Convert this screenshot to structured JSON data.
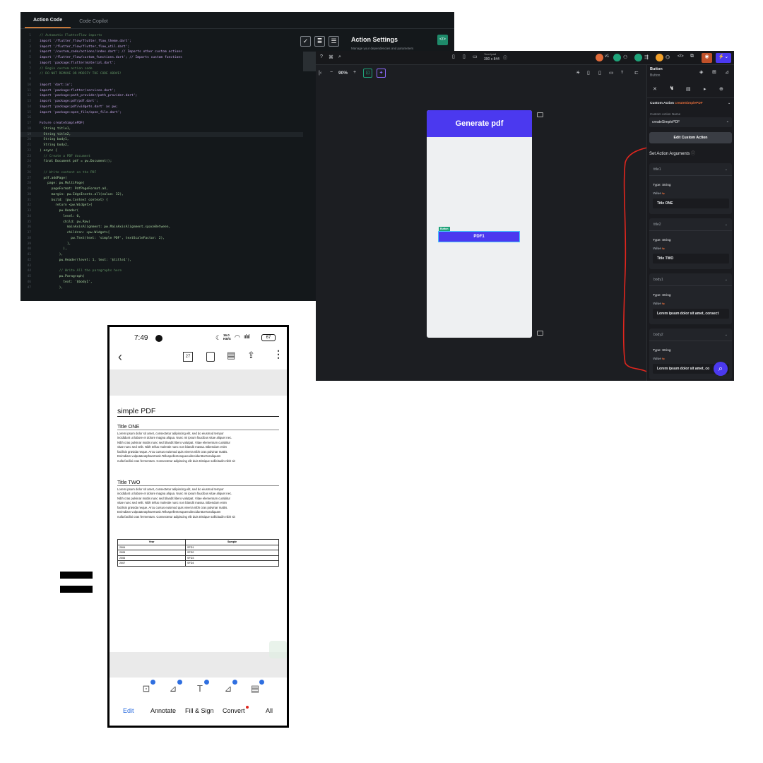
{
  "code_editor": {
    "tabs": [
      "Action Code",
      "Code Copilot"
    ],
    "active_tab": "Action Code",
    "lines": [
      {
        "n": "1",
        "t": "// Automatic FlutterFlow imports",
        "k": "comment"
      },
      {
        "n": "2",
        "t": "import '/flutter_flow/flutter_flow_theme.dart';",
        "k": "imp"
      },
      {
        "n": "3",
        "t": "import '/flutter_flow/flutter_flow_util.dart';",
        "k": "imp"
      },
      {
        "n": "4",
        "t": "import '/custom_code/actions/index.dart'; // Imports other custom actions",
        "k": "imp"
      },
      {
        "n": "5",
        "t": "import '/flutter_flow/custom_functions.dart'; // Imports custom functions",
        "k": "imp"
      },
      {
        "n": "6",
        "t": "import 'package:flutter/material.dart';",
        "k": "imp"
      },
      {
        "n": "7",
        "t": "// Begin custom action code",
        "k": "comment"
      },
      {
        "n": "8",
        "t": "// DO NOT REMOVE OR MODIFY THE CODE ABOVE!",
        "k": "comment"
      },
      {
        "n": "9",
        "t": "",
        "k": ""
      },
      {
        "n": "10",
        "t": "import 'dart:io';",
        "k": "imp"
      },
      {
        "n": "11",
        "t": "import 'package:flutter/services.dart';",
        "k": "imp"
      },
      {
        "n": "12",
        "t": "import 'package:path_provider/path_provider.dart';",
        "k": "imp"
      },
      {
        "n": "13",
        "t": "import 'package:pdf/pdf.dart';",
        "k": "imp"
      },
      {
        "n": "14",
        "t": "import 'package:pdf/widgets.dart' as pw;",
        "k": "imp"
      },
      {
        "n": "15",
        "t": "import 'package:open_file/open_file.dart';",
        "k": "imp"
      },
      {
        "n": "16",
        "t": "",
        "k": ""
      },
      {
        "n": "17",
        "t": "Future createSimplePDF(",
        "k": "imp"
      },
      {
        "n": "18",
        "t": "  String title1,",
        "k": ""
      },
      {
        "n": "19",
        "t": "  String title2,",
        "k": "hl"
      },
      {
        "n": "20",
        "t": "  String body1,",
        "k": ""
      },
      {
        "n": "21",
        "t": "  String body2,",
        "k": ""
      },
      {
        "n": "22",
        "t": ") async {",
        "k": ""
      },
      {
        "n": "23",
        "t": "  // Create a PDF document",
        "k": "comment"
      },
      {
        "n": "24",
        "t": "  final Document pdf = pw.Document();",
        "k": ""
      },
      {
        "n": "25",
        "t": "",
        "k": ""
      },
      {
        "n": "26",
        "t": "  // Write content on the PDF",
        "k": "comment"
      },
      {
        "n": "27",
        "t": "  pdf.addPage(",
        "k": ""
      },
      {
        "n": "28",
        "t": "    page: pw.MultiPage(",
        "k": ""
      },
      {
        "n": "29",
        "t": "      pageFormat: PdfPageFormat.a4,",
        "k": ""
      },
      {
        "n": "30",
        "t": "      margin: pw.EdgeInsets.all(value: 32),",
        "k": ""
      },
      {
        "n": "31",
        "t": "      build: (pw.Context context) {",
        "k": ""
      },
      {
        "n": "32",
        "t": "        return <pw.Widget>[",
        "k": ""
      },
      {
        "n": "33",
        "t": "          pw.Header(",
        "k": ""
      },
      {
        "n": "34",
        "t": "            level: 0,",
        "k": ""
      },
      {
        "n": "35",
        "t": "            child: pw.Row(",
        "k": ""
      },
      {
        "n": "36",
        "t": "              mainAxisAlignment: pw.MainAxisAlignment.spaceBetween,",
        "k": ""
      },
      {
        "n": "37",
        "t": "              children: <pw.Widget>[",
        "k": ""
      },
      {
        "n": "38",
        "t": "                pw.Text(text: 'simple PDF', textScaleFactor: 2),",
        "k": ""
      },
      {
        "n": "39",
        "t": "              ],",
        "k": ""
      },
      {
        "n": "40",
        "t": "            ),",
        "k": ""
      },
      {
        "n": "41",
        "t": "          ),",
        "k": ""
      },
      {
        "n": "42",
        "t": "          pw.Header(level: 1, text: '$title1'),",
        "k": ""
      },
      {
        "n": "43",
        "t": "",
        "k": ""
      },
      {
        "n": "44",
        "t": "          // Write All the paragraphs here",
        "k": "comment"
      },
      {
        "n": "45",
        "t": "          pw.Paragraph(",
        "k": ""
      },
      {
        "n": "46",
        "t": "            text: '$body1',",
        "k": ""
      },
      {
        "n": "47",
        "t": "          ),",
        "k": ""
      }
    ],
    "action_settings_title": "Action Settings",
    "action_settings_subtitle": "Manage your dependencies and parameters"
  },
  "flutterflow": {
    "zoom": "90%",
    "device_label": "Your Ipad",
    "device_size": "390 x 844",
    "version": "v1",
    "phone_header": "Generate pdf",
    "pdf_button_label": "PDF1",
    "button_tag": "Button",
    "props": {
      "widget_type": "Button",
      "widget_name": "Button",
      "custom_action_label": "Custom Action",
      "custom_action_value": "createSimplePDF",
      "custom_action_name_label": "Custom Action Name",
      "custom_action_name": "createSimplePDF",
      "edit_button": "Edit Custom Action",
      "set_args_title": "Set Action Arguments",
      "args": [
        {
          "name": "title1",
          "type": "Type: String",
          "value_label": "Value",
          "value": "Title ONE"
        },
        {
          "name": "title2",
          "type": "Type: String",
          "value_label": "Value",
          "value": "Title TWO"
        },
        {
          "name": "body1",
          "type": "Type: String",
          "value_label": "Value",
          "value": "Lorem ipsum dolor sit amet, consect"
        },
        {
          "name": "body2",
          "type": "Type: String",
          "value_label": "Value",
          "value": "Lorem ipsum dolor sit amet, co"
        }
      ]
    },
    "colors": {
      "primary": "#4b39ef",
      "accent": "#e06b3a",
      "teal": "#1e8a6a"
    }
  },
  "mobile": {
    "time": "7:49",
    "status_right": "16.0 KB/S",
    "battery": "67",
    "page_count": "27",
    "pdf": {
      "title": "simple PDF",
      "sections": [
        {
          "heading": "Title ONE",
          "lines": [
            "Lorem ipsum dolor sit amet, consectetur adipiscing elit, sed do eiusmod                      tempor",
            "incididunt ut labore et dolore magna aliqua. Nunc mi ipsum faucibus                  vitae aliquet nec.",
            "Nibh cras pulvinar mattis nunc sed blandit libero                    volutpat. Vitae elementum curabitur",
            "vitae nunc sed velit. Nibh tellus                molestie nunc non blandit massa. Bibendum enim",
            "facilisis gravida neque.               Arcu cursus euismod quis viverra nibh cras pulvinar mattis.",
            "Enimdiam                vulputateutpharetrasit.Telluspellentesqueeuitincidunttorrtoraliquam",
            "nulla facilisi cras fermentum. Consectetur adipiscing elit duis tristique             sollicitudin nibh sit"
          ]
        },
        {
          "heading": "Title TWO",
          "lines": [
            "Lorem ipsum dolor sit amet, consectetur adipiscing elit, sed do eiusmod                      tempor",
            "incididunt ut labore et dolore magna aliqua. Nunc mi ipsum faucibus                  vitae aliquet nec.",
            "Nibh cras pulvinar mattis nunc sed blandit libero                    volutpat. Vitae elementum curabitur",
            "vitae nunc sed velit. Nibh tellus                molestie nunc non blandit massa. Bibendum enim",
            "facilisis gravida neque.               Arcu cursus euismod quis viverra nibh cras pulvinar mattis.",
            "Enimdiam                vulputateutpharetrasit.Telluspellentesqueeuitincidunttorrtoraliquam",
            "nulla facilisi cras fermentum. Consectetur adipiscing elit duis tristique             sollicitudin nibh sit"
          ]
        }
      ],
      "table": {
        "headers": [
          "Year",
          "Sample"
        ],
        "rows": [
          [
            "2004",
            "SFD1"
          ],
          [
            "2005",
            "SFD2"
          ],
          [
            "2006",
            "SFD3"
          ],
          [
            "2007",
            "SFD4"
          ]
        ]
      }
    },
    "bottom_tabs": [
      "Edit",
      "Annotate",
      "Fill & Sign",
      "Convert",
      "All"
    ],
    "active_tab": "Edit"
  }
}
